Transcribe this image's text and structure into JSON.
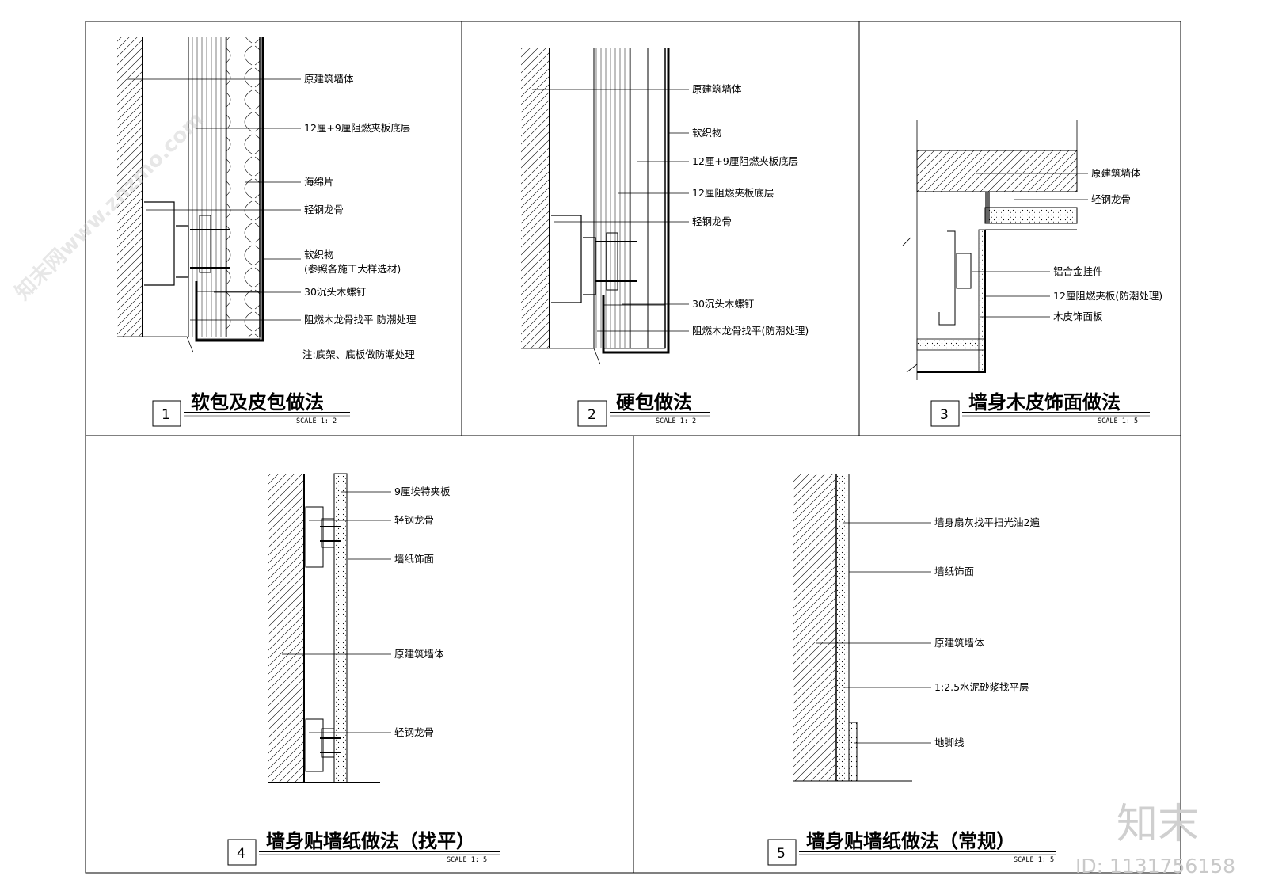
{
  "panels": [
    {
      "number": "1",
      "title": "软包及皮包做法",
      "scale": "SCALE 1: 2",
      "labels": [
        "原建筑墙体",
        "12厘+9厘阻燃夹板底层",
        "海绵片",
        "轻钢龙骨",
        "软织物",
        "(参照各施工大样选材)",
        "30沉头木螺钉",
        "阻燃木龙骨找平 防潮处理"
      ],
      "note": "注:底架、底板做防潮处理"
    },
    {
      "number": "2",
      "title": "硬包做法",
      "scale": "SCALE 1: 2",
      "labels": [
        "原建筑墙体",
        "软织物",
        "12厘+9厘阻燃夹板底层",
        "12厘阻燃夹板底层",
        "轻钢龙骨",
        "30沉头木螺钉",
        "阻燃木龙骨找平(防潮处理)"
      ]
    },
    {
      "number": "3",
      "title": "墙身木皮饰面做法",
      "scale": "SCALE 1: 5",
      "labels": [
        "原建筑墙体",
        "轻钢龙骨",
        "铝合金挂件",
        "12厘阻燃夹板(防潮处理)",
        "木皮饰面板"
      ]
    },
    {
      "number": "4",
      "title": "墙身贴墙纸做法（找平）",
      "scale": "SCALE 1: 5",
      "labels": [
        "9厘埃特夹板",
        "轻钢龙骨",
        "墙纸饰面",
        "原建筑墙体",
        "轻钢龙骨"
      ]
    },
    {
      "number": "5",
      "title": "墙身贴墙纸做法（常规）",
      "scale": "SCALE 1: 5",
      "labels": [
        "墙身扇灰找平扫光油2遍",
        "墙纸饰面",
        "原建筑墙体",
        "1:2.5水泥砂浆找平层",
        "地脚线"
      ]
    }
  ],
  "watermark": {
    "text": "知末网www.znzmo.com",
    "brand": "知末",
    "id": "ID: 1131756158"
  }
}
